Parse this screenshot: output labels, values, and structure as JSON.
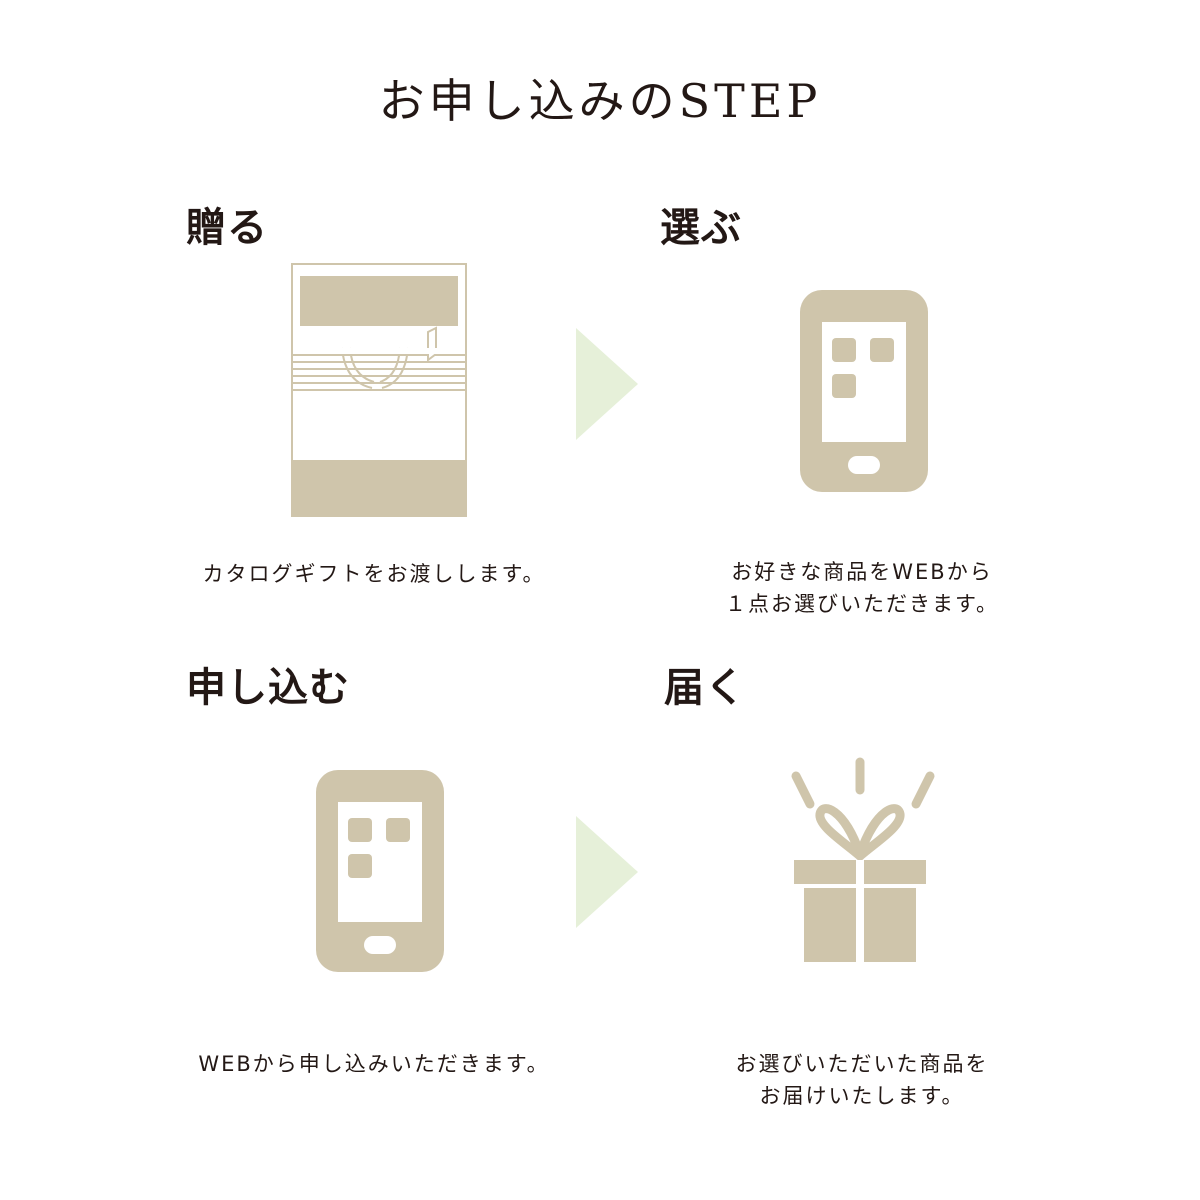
{
  "title": "お申し込みのSTEP",
  "colors": {
    "icon": "#cfc5ab",
    "arrow": "#e6f0d9",
    "text": "#231815"
  },
  "steps": [
    {
      "heading": "贈る",
      "icon": "catalog-gift-icon",
      "description_lines": [
        "カタログギフトをお渡しします。"
      ]
    },
    {
      "heading": "選ぶ",
      "icon": "smartphone-icon",
      "description_lines": [
        "お好きな商品をWEBから",
        "１点お選びいただきます。"
      ]
    },
    {
      "heading": "申し込む",
      "icon": "smartphone-icon",
      "description_lines": [
        "WEBから申し込みいただきます。"
      ]
    },
    {
      "heading": "届く",
      "icon": "gift-box-icon",
      "description_lines": [
        "お選びいただいた商品を",
        "お届けいたします。"
      ]
    }
  ]
}
